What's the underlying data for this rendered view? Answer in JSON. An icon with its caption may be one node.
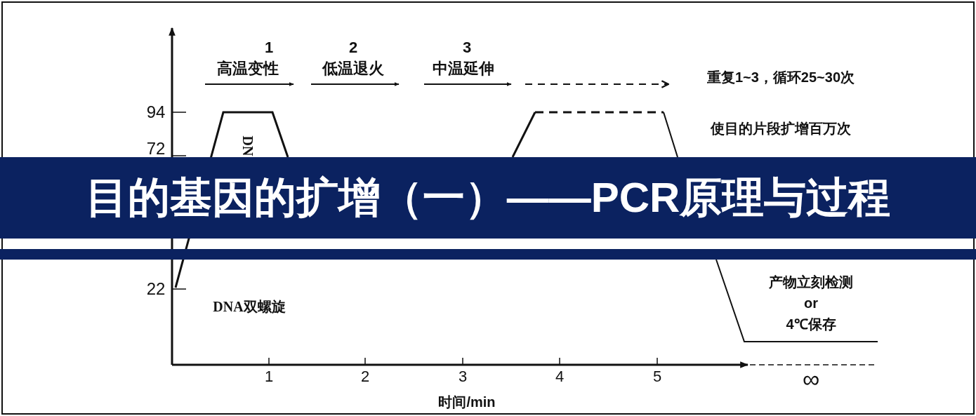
{
  "diagram": {
    "title": "目的基因的扩增（一）——PCR原理与过程",
    "labels": [
      "1",
      "高温变性",
      "2",
      "低温退火",
      "3",
      "中温延伸",
      "重复1~3，循环25~30次",
      "94",
      "使目的片段扩增百万次",
      "DN",
      "72",
      "22",
      "DNA双螺旋",
      "产物立刻检测 or 4℃保存",
      "1",
      "2",
      "3",
      "4",
      "5",
      "∞",
      "时间/min"
    ]
  }
}
